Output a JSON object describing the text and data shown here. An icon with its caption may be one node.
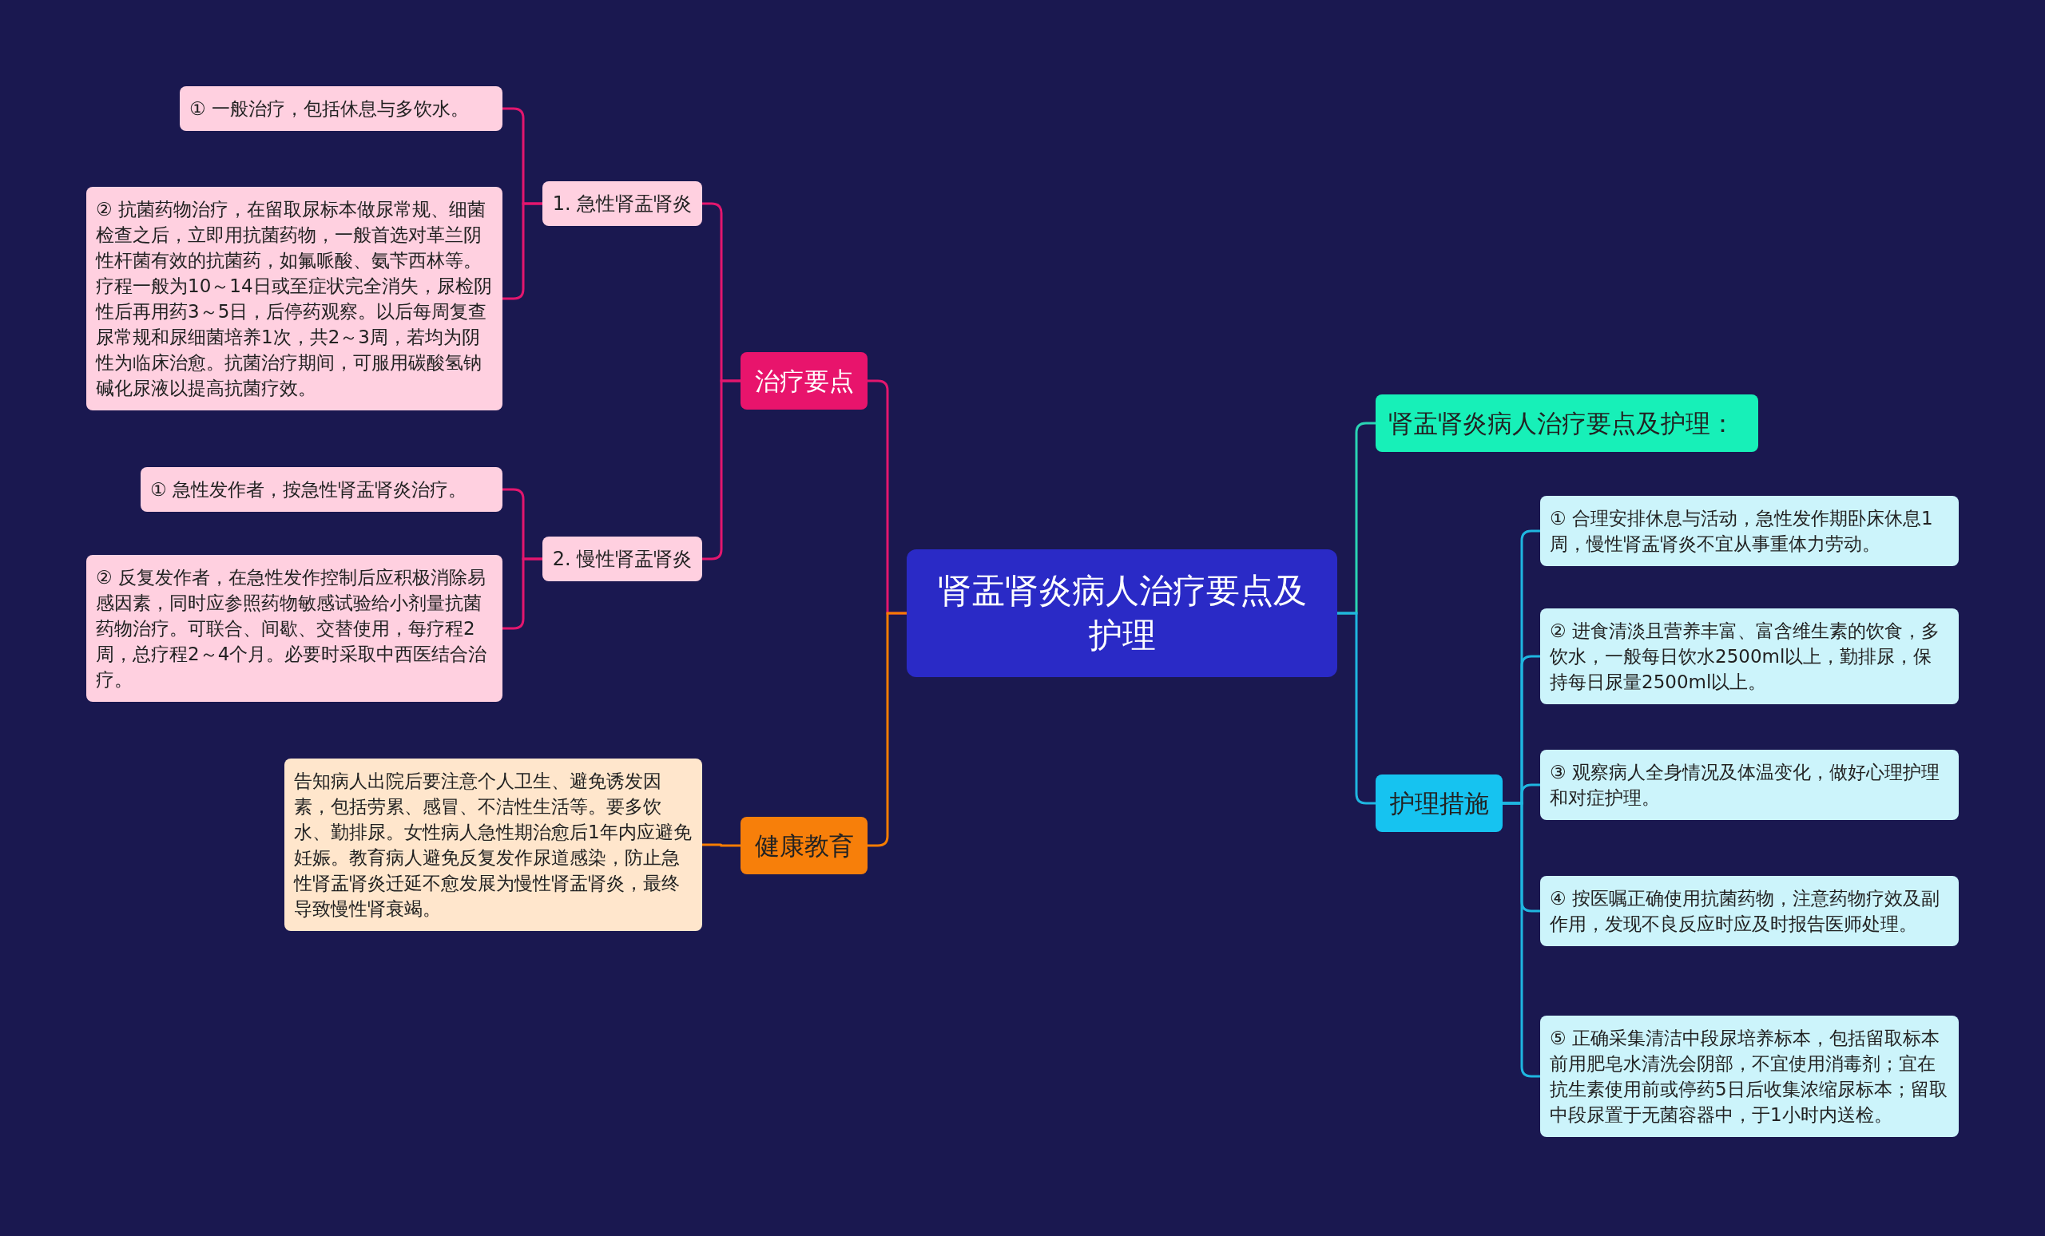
{
  "diagram": {
    "nodes": [
      {
        "text": [
          "肾盂肾炎病人治疗要点及护理"
        ]
      },
      {
        "text": [
          "治疗要点"
        ]
      },
      {
        "text": [
          "1. 急性肾盂肾炎"
        ]
      },
      {
        "text": [
          "① 一般治疗，包括休息与多饮水。"
        ]
      },
      {
        "text": [
          "② 抗菌药物治疗，在留取尿标本做尿常规、细菌检查之后，立即用抗菌药物，一般首选对革兰阴性杆菌有效的抗菌药，如氟哌酸、氨苄西林等。疗程一般为10～14日或至症状完全消失，尿检阴性后再用药3～5日，后停药观察。以后每周复查尿常规和尿细菌培养1次，共2～3周，若均为阴性为临床治愈。抗菌治疗期间，可服用碳酸氢钠碱化尿液以提高抗菌疗效。"
        ]
      },
      {
        "text": [
          "2. 慢性肾盂肾炎"
        ]
      },
      {
        "text": [
          "① 急性发作者，按急性肾盂肾炎治疗。"
        ]
      },
      {
        "text": [
          "② 反复发作者，在急性发作控制后应积极消除易感因素，同时应参照药物敏感试验给小剂量抗菌药物治疗。可联合、间歇、交替使用，每疗程2周，总疗程2～4个月。必要时采取中西医结合治疗。"
        ]
      },
      {
        "text": [
          "健康教育"
        ]
      },
      {
        "text": [
          "告知病人出院后要注意个人卫生、避免诱发因素，包括劳累、感冒、不洁性生活等。要多饮水、勤排尿。女性病人急性期治愈后1年内应避免妊娠。教育病人避免反复发作尿道感染，防止急性肾盂肾炎迁延不愈发展为慢性肾盂肾炎，最终导致慢性肾衰竭。"
        ]
      },
      {
        "text": [
          "肾盂肾炎病人治疗要点及护理："
        ]
      },
      {
        "text": [
          "护理措施"
        ]
      },
      {
        "text": [
          "① 合理安排休息与活动，急性发作期卧床休息1周，慢性肾盂肾炎不宜从事重体力劳动。"
        ]
      },
      {
        "text": [
          "② 进食清淡且营养丰富、富含维生素的饮食，多饮水，一般每日饮水2500ml以上，勤排尿，保持每日尿量2500ml以上。"
        ]
      },
      {
        "text": [
          "③ 观察病人全身情况及体温变化，做好心理护理和对症护理。"
        ]
      },
      {
        "text": [
          "④ 按医嘱正确使用抗菌药物，注意药物疗效及副作用，发现不良反应时应及时报告医师处理。"
        ]
      },
      {
        "text": [
          "⑤ 正确采集清洁中段尿培养标本，包括留取标本前用肥皂水清洗会阴部，不宜使用消毒剂；宜在抗生素使用前或停药5日后收集浓缩尿标本；留取中段尿置于无菌容器中，于1小时内送检。"
        ]
      }
    ],
    "edges": [
      {
        "from": 0,
        "to": 1,
        "arrow": "none"
      },
      {
        "from": 1,
        "to": 2,
        "arrow": "none"
      },
      {
        "from": 2,
        "to": 3,
        "arrow": "none"
      },
      {
        "from": 2,
        "to": 4,
        "arrow": "none"
      },
      {
        "from": 1,
        "to": 5,
        "arrow": "none"
      },
      {
        "from": 5,
        "to": 6,
        "arrow": "none"
      },
      {
        "from": 5,
        "to": 7,
        "arrow": "none"
      },
      {
        "from": 0,
        "to": 8,
        "arrow": "none",
        "color": "#f57c00"
      },
      {
        "from": 8,
        "to": 9,
        "arrow": "none",
        "color": "#f57c00"
      },
      {
        "from": 0,
        "to": 10,
        "arrow": "none",
        "color": "#2ad4b4"
      },
      {
        "from": 0,
        "to": 11,
        "arrow": "none",
        "color": "#1fb6e0"
      },
      {
        "from": 11,
        "to": 12,
        "arrow": "none",
        "color": "#1fb6e0"
      },
      {
        "from": 11,
        "to": 13,
        "arrow": "none",
        "color": "#1fb6e0"
      },
      {
        "from": 11,
        "to": 14,
        "arrow": "none",
        "color": "#1fb6e0"
      },
      {
        "from": 11,
        "to": 15,
        "arrow": "none",
        "color": "#1fb6e0"
      },
      {
        "from": 11,
        "to": 16,
        "arrow": "none",
        "color": "#1fb6e0"
      }
    ]
  }
}
